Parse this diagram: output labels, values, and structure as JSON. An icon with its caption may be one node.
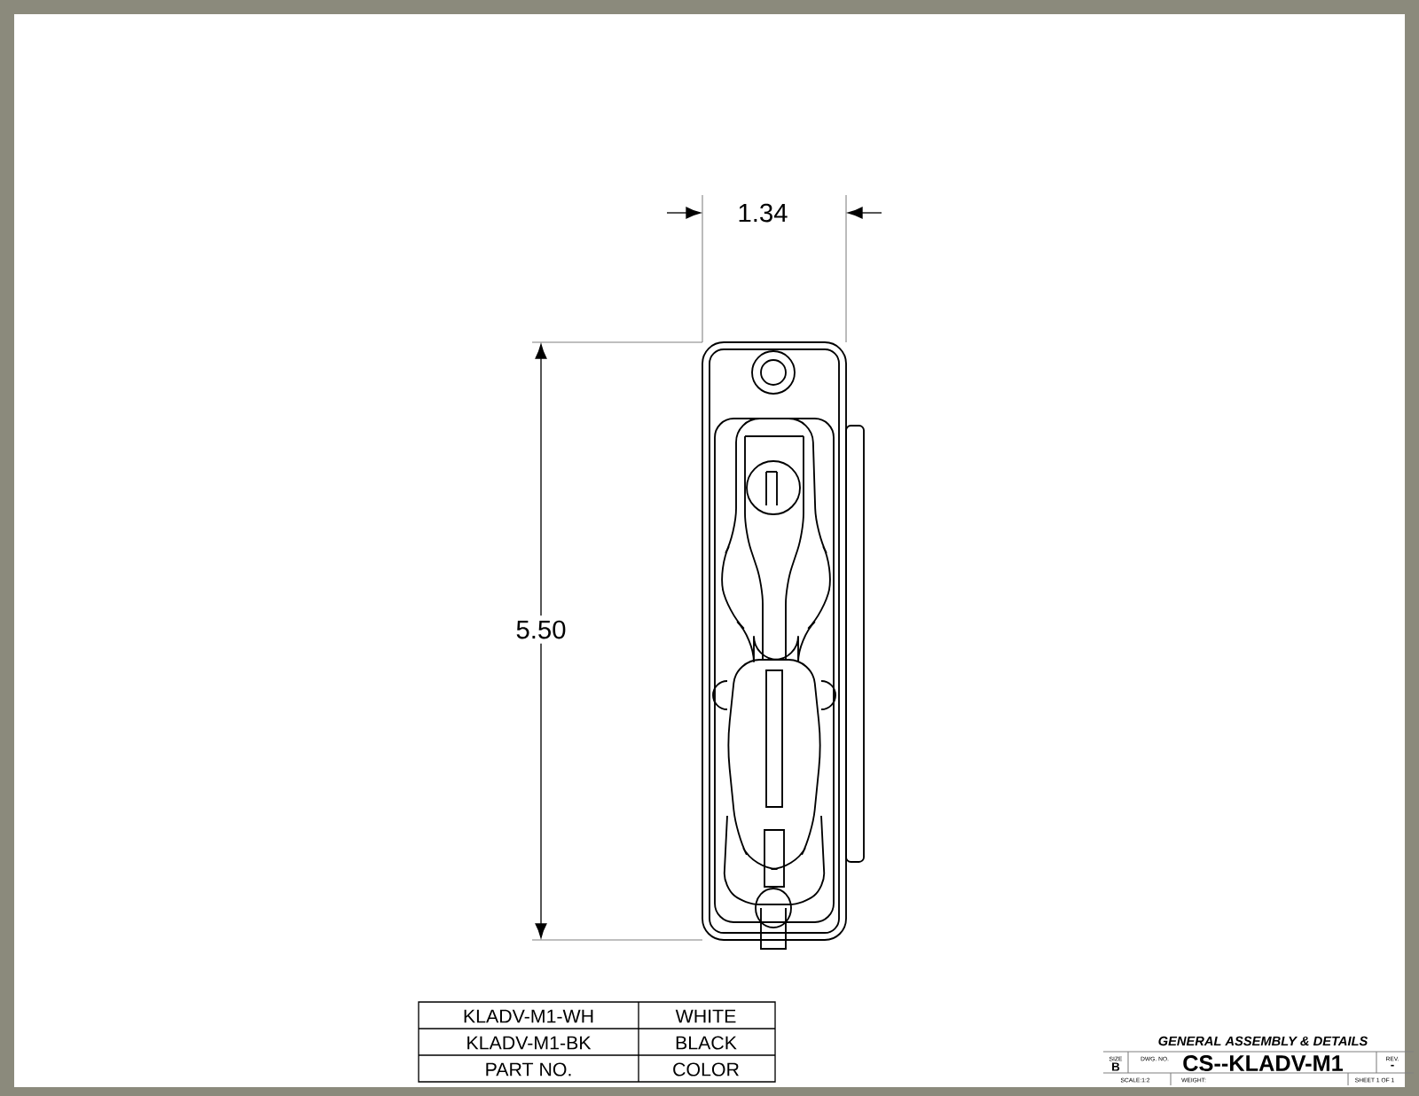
{
  "diagram": {
    "labels": [
      "1.34",
      "5.50",
      "KLADV-M1-WH",
      "WHITE",
      "KLADV-M1-BK",
      "BLACK",
      "PART NO.",
      "COLOR",
      "GENERAL ASSEMBLY & DETAILS",
      "SIZE",
      "B",
      "DWG. NO.",
      "CS--KLADV-M1",
      "REV.",
      "-",
      "SCALE:1:2",
      "WEIGHT:",
      "SHEET 1 OF 1"
    ]
  }
}
